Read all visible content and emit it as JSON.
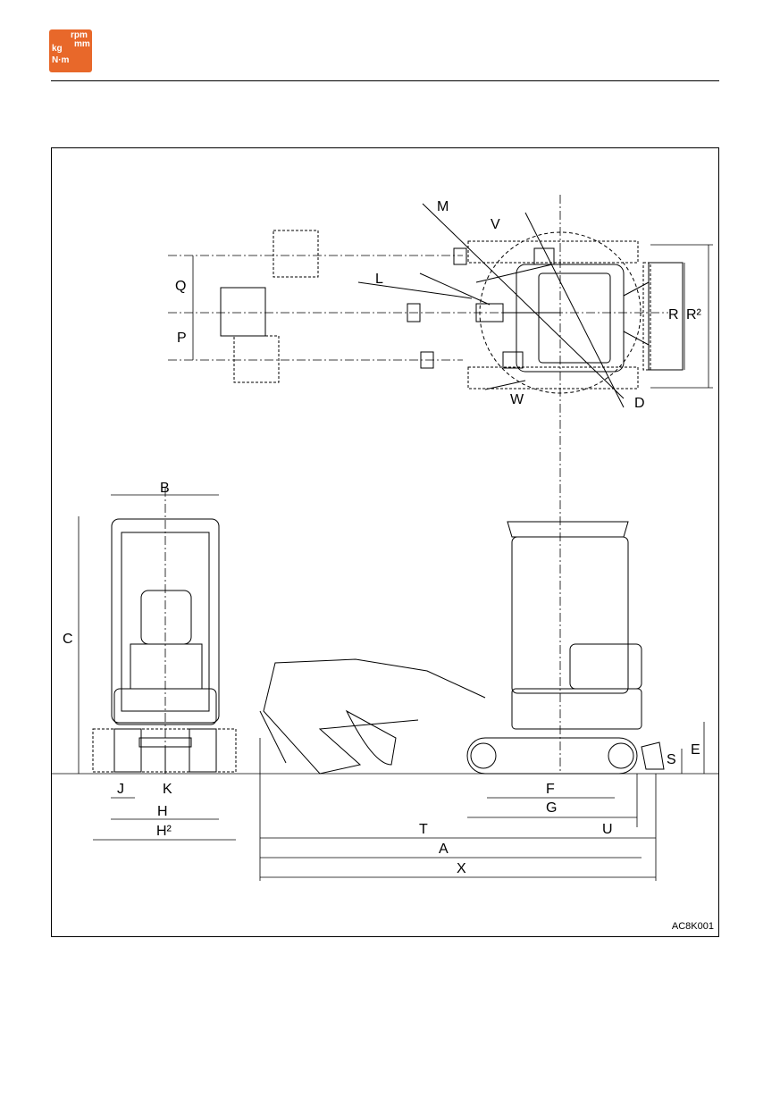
{
  "header": {
    "logo_text": [
      "rpm",
      "mm",
      "kg",
      "N·m"
    ],
    "accent_color": "#e8682a"
  },
  "figure": {
    "code": "AC8K001",
    "labels": {
      "M": "M",
      "V": "V",
      "Q": "Q",
      "L": "L",
      "R": "R",
      "R2": "R²",
      "P": "P",
      "W": "W",
      "D": "D",
      "B": "B",
      "C": "C",
      "E": "E",
      "S": "S",
      "J": "J",
      "K": "K",
      "F": "F",
      "H": "H",
      "G": "G",
      "H2": "H²",
      "T": "T",
      "U": "U",
      "A": "A",
      "X": "X"
    }
  }
}
